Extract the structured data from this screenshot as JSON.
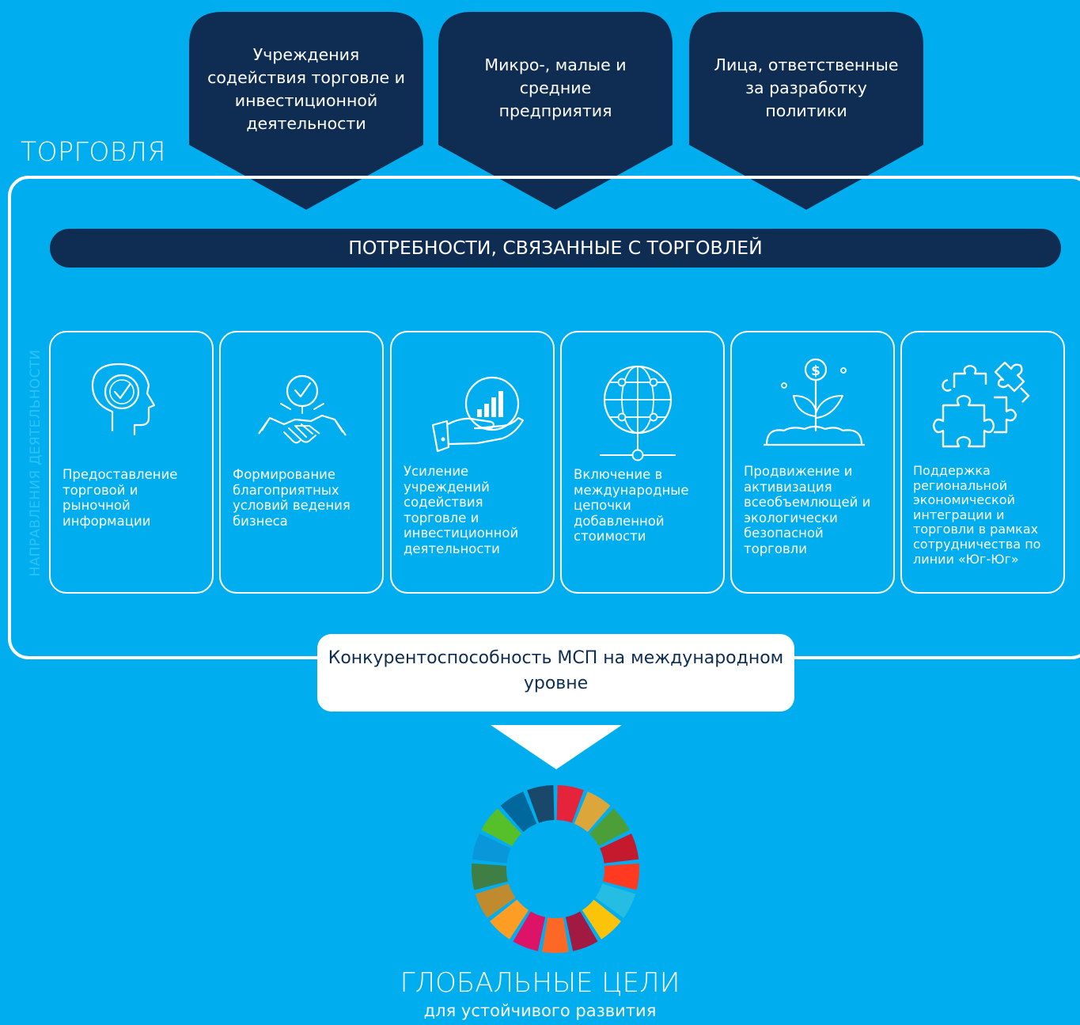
{
  "stakeholders": [
    {
      "label": "Учреждения содействия торговле и инвестиционной деятельности"
    },
    {
      "label": "Микро-, малые и средние предприятия"
    },
    {
      "label": "Лица, ответственные за разработку политики"
    }
  ],
  "trade_title": "ТОРГОВЛЯ",
  "needs_bar": "ПОТРЕБНОСТИ, СВЯЗАННЫЕ С ТОРГОВЛЕЙ",
  "vertical_label": "НАПРАВЛЕНИЯ ДЕЯТЕЛЬНОСТИ",
  "cards": [
    {
      "icon": "head-check-icon",
      "text": "Предоставление торговой и рыночной информации"
    },
    {
      "icon": "handshake-check-icon",
      "text": "Формирование благоприятных условий ведения бизнеса"
    },
    {
      "icon": "hand-growth-chart-icon",
      "text": "Усиление учреждений содействия торговле и инвестиционной деятельности"
    },
    {
      "icon": "globe-network-icon",
      "text": "Включение в международные цепочки добавленной стоимости"
    },
    {
      "icon": "plant-dollar-icon",
      "text": "Продвижение и активизация всеобъемлющей и экологически безопасной торговли"
    },
    {
      "icon": "puzzle-pieces-icon",
      "text": "Поддержка региональной экономической интеграции и торговли в рамках сотрудничества по линии «Юг-Юг»"
    }
  ],
  "sme_box": "Конкурентоспособность МСП на международном уровне",
  "goals": {
    "title": "ГЛОБАЛЬНЫЕ ЦЕЛИ",
    "subtitle": "для устойчивого развития"
  },
  "colors": {
    "background": "#00aeef",
    "navy": "#0f2d52",
    "white": "#ffffff",
    "sdg_wheel": [
      "#e5243b",
      "#dda63a",
      "#4c9f38",
      "#c5192d",
      "#ff3a21",
      "#26bde2",
      "#fcc30b",
      "#a21942",
      "#fd6925",
      "#dd1367",
      "#fd9d24",
      "#bf8b2e",
      "#3f7e44",
      "#0a97d9",
      "#56c02b",
      "#00689d",
      "#19486a"
    ]
  }
}
